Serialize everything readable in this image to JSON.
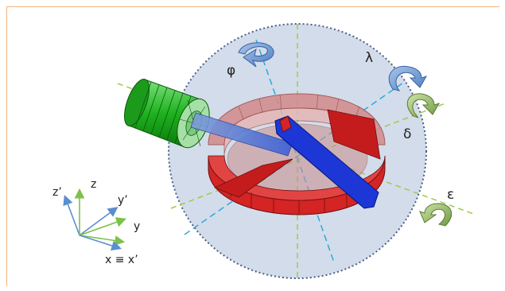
{
  "diagram": {
    "rotation_labels": {
      "phi": "φ",
      "lambda": "λ",
      "delta": "δ",
      "epsilon": "ε"
    },
    "axis_labels": {
      "z_prime": "z’",
      "z": "z",
      "y_prime": "y’",
      "y": "y",
      "x": "x ≡ x’"
    },
    "colors": {
      "sphere_fill": "#d3dcea",
      "sphere_border": "#4a5f86",
      "dashed_green": "#9ccc4a",
      "dashed_blue": "#2ea8e0",
      "axis_blue": "#5b8ed0",
      "axis_green": "#7cc24a",
      "ring_red": "#d42424",
      "ring_pink": "#d48a8a",
      "blue_bar": "#1c37d6",
      "cylinder_green": "#2db42d",
      "arrow_blue": "#6a9ad6",
      "arrow_green": "#8bb06a"
    }
  }
}
